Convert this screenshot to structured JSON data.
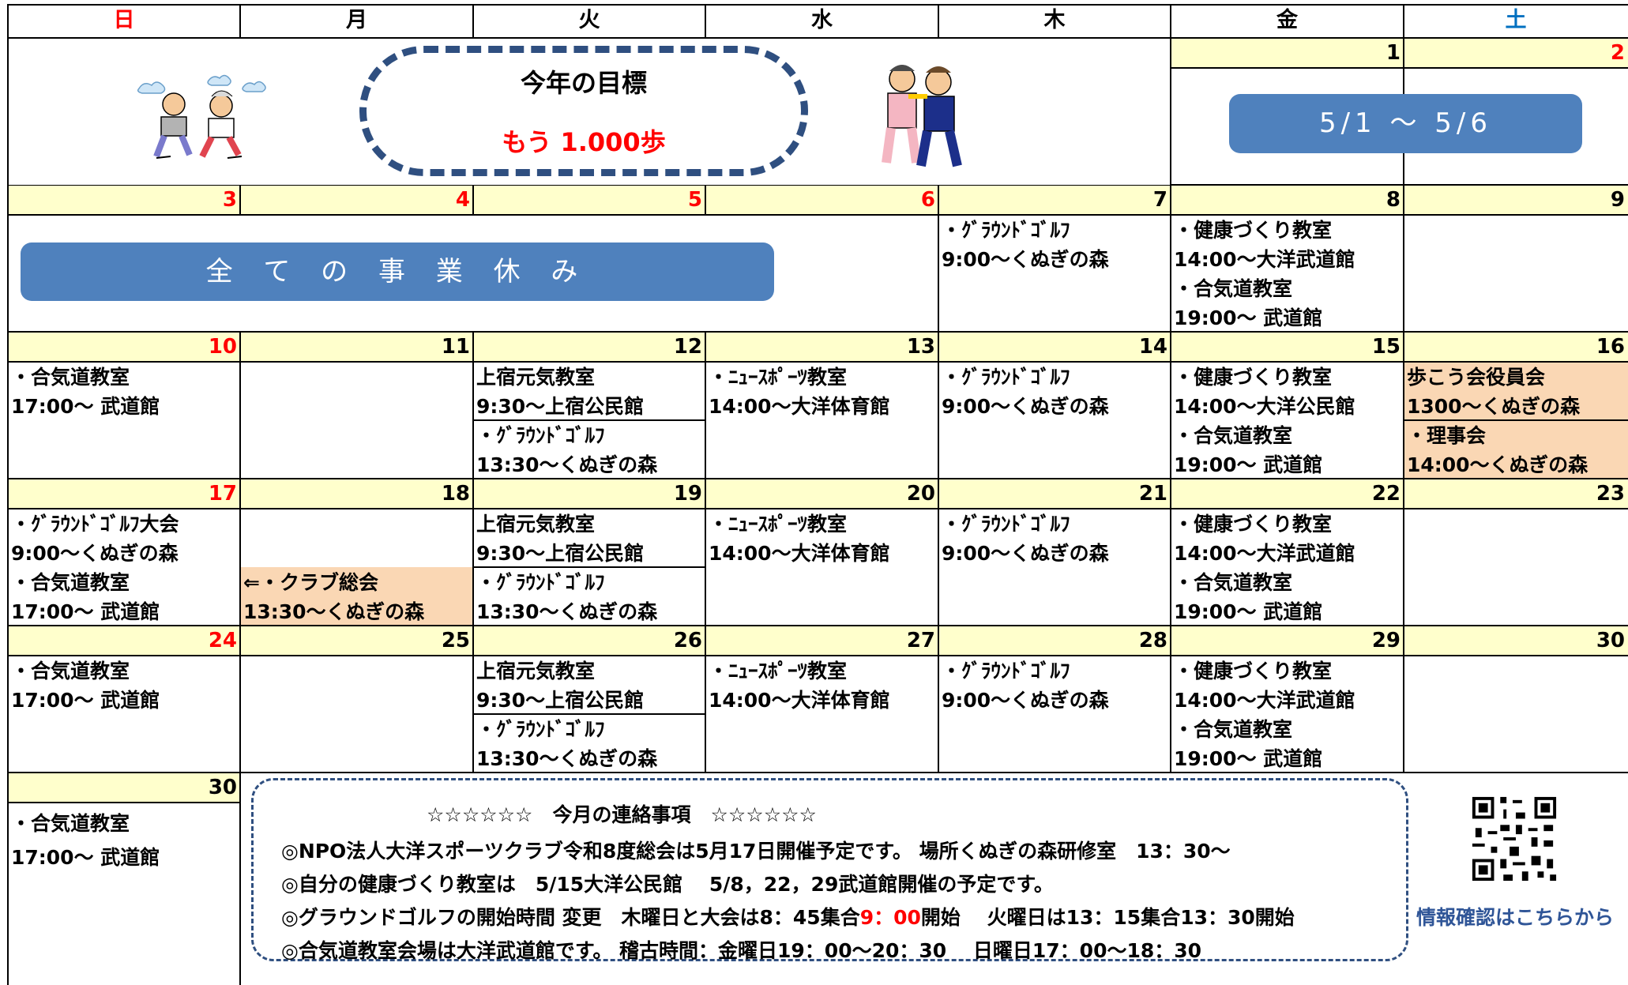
{
  "weekdays": [
    {
      "label": "日",
      "color": "#ff0000"
    },
    {
      "label": "月",
      "color": "#000000"
    },
    {
      "label": "火",
      "color": "#000000"
    },
    {
      "label": "水",
      "color": "#000000"
    },
    {
      "label": "木",
      "color": "#000000"
    },
    {
      "label": "金",
      "color": "#000000"
    },
    {
      "label": "土",
      "color": "#0070c0"
    }
  ],
  "goal": {
    "title": "今年の目標",
    "value": "もう 1.000歩"
  },
  "holiday_banner": "全 て の 事 業 休 み",
  "golden_week_banner": "5/1 ～ 5/6",
  "colors": {
    "sunday": "#ff0000",
    "saturday": "#0070c0",
    "date_row": "#ffffcc",
    "highlight": "#fad7b4",
    "banner": "#4f81bd",
    "notice_border": "#2f4f80"
  },
  "weeks": [
    {
      "dates": [
        {
          "num": "",
          "color": "#000000"
        },
        {
          "num": "",
          "color": "#000000"
        },
        {
          "num": "",
          "color": "#000000"
        },
        {
          "num": "",
          "color": "#000000"
        },
        {
          "num": "",
          "color": "#000000"
        },
        {
          "num": "1",
          "color": "#000000"
        },
        {
          "num": "2",
          "color": "#ff0000"
        }
      ],
      "cells": [
        {
          "blocks": []
        },
        {
          "blocks": []
        },
        {
          "blocks": []
        },
        {
          "blocks": []
        },
        {
          "blocks": []
        },
        {
          "blocks": []
        },
        {
          "blocks": []
        }
      ]
    },
    {
      "dates": [
        {
          "num": "3",
          "color": "#ff0000"
        },
        {
          "num": "4",
          "color": "#ff0000"
        },
        {
          "num": "5",
          "color": "#ff0000"
        },
        {
          "num": "6",
          "color": "#ff0000"
        },
        {
          "num": "7",
          "color": "#000000"
        },
        {
          "num": "8",
          "color": "#000000"
        },
        {
          "num": "9",
          "color": "#000000"
        }
      ],
      "cells": [
        {
          "blocks": []
        },
        {
          "blocks": []
        },
        {
          "blocks": []
        },
        {
          "blocks": []
        },
        {
          "blocks": [
            {
              "lines": [
                "・ｸﾞﾗｳﾝﾄﾞｺﾞﾙﾌ",
                "9:00～くぬぎの森"
              ]
            }
          ]
        },
        {
          "blocks": [
            {
              "lines": [
                "・健康づくり教室",
                "14:00～大洋武道館"
              ]
            },
            {
              "lines": [
                "・合気道教室",
                "19:00～ 武道館"
              ]
            }
          ]
        },
        {
          "blocks": []
        }
      ]
    },
    {
      "dates": [
        {
          "num": "10",
          "color": "#ff0000"
        },
        {
          "num": "11",
          "color": "#000000"
        },
        {
          "num": "12",
          "color": "#000000"
        },
        {
          "num": "13",
          "color": "#000000"
        },
        {
          "num": "14",
          "color": "#000000"
        },
        {
          "num": "15",
          "color": "#000000"
        },
        {
          "num": "16",
          "color": "#000000"
        }
      ],
      "cells": [
        {
          "blocks": [
            {
              "lines": [
                "・合気道教室",
                "17:00～ 武道館"
              ]
            }
          ]
        },
        {
          "blocks": []
        },
        {
          "blocks": [
            {
              "lines": [
                "上宿元気教室",
                "9:30～上宿公民館"
              ]
            },
            {
              "lines": [
                "・ｸﾞﾗｳﾝﾄﾞｺﾞﾙﾌ",
                "13:30～くぬぎの森"
              ]
            }
          ],
          "divider": true
        },
        {
          "blocks": [
            {
              "lines": [
                "・ﾆｭｰｽﾎﾟｰﾂ教室",
                "14:00～大洋体育館"
              ]
            }
          ]
        },
        {
          "blocks": [
            {
              "lines": [
                "・ｸﾞﾗｳﾝﾄﾞｺﾞﾙﾌ",
                "9:00～くぬぎの森"
              ]
            }
          ]
        },
        {
          "blocks": [
            {
              "lines": [
                "・健康づくり教室",
                "14:00～大洋公民館"
              ]
            },
            {
              "lines": [
                "・合気道教室",
                "19:00～ 武道館"
              ]
            }
          ]
        },
        {
          "blocks": [
            {
              "lines": [
                "歩こう会役員会",
                "1300～くぬぎの森"
              ]
            },
            {
              "lines": [
                "・理事会",
                "14:00～くぬぎの森"
              ]
            }
          ],
          "highlight": "all",
          "divider": true
        }
      ]
    },
    {
      "dates": [
        {
          "num": "17",
          "color": "#ff0000"
        },
        {
          "num": "18",
          "color": "#000000"
        },
        {
          "num": "19",
          "color": "#000000"
        },
        {
          "num": "20",
          "color": "#000000"
        },
        {
          "num": "21",
          "color": "#000000"
        },
        {
          "num": "22",
          "color": "#000000"
        },
        {
          "num": "23",
          "color": "#000000"
        }
      ],
      "cells": [
        {
          "blocks": [
            {
              "lines": [
                "・ｸﾞﾗｳﾝﾄﾞｺﾞﾙﾌ大会",
                "9:00～くぬぎの森"
              ]
            },
            {
              "lines": [
                "・合気道教室",
                "17:00～ 武道館"
              ]
            }
          ]
        },
        {
          "blocks": [
            {
              "lines": []
            },
            {
              "lines": [
                "⇐・クラブ総会",
                "13:30～くぬぎの森"
              ]
            }
          ],
          "highlight": "bottom"
        },
        {
          "blocks": [
            {
              "lines": [
                "上宿元気教室",
                "9:30～上宿公民館"
              ]
            },
            {
              "lines": [
                "・ｸﾞﾗｳﾝﾄﾞｺﾞﾙﾌ",
                "13:30～くぬぎの森"
              ]
            }
          ],
          "divider": true
        },
        {
          "blocks": [
            {
              "lines": [
                "・ﾆｭｰｽﾎﾟｰﾂ教室",
                "14:00～大洋体育館"
              ]
            }
          ]
        },
        {
          "blocks": [
            {
              "lines": [
                "・ｸﾞﾗｳﾝﾄﾞｺﾞﾙﾌ",
                "9:00～くぬぎの森"
              ]
            }
          ]
        },
        {
          "blocks": [
            {
              "lines": [
                "・健康づくり教室",
                "14:00～大洋武道館"
              ]
            },
            {
              "lines": [
                "・合気道教室",
                "19:00～ 武道館"
              ]
            }
          ]
        },
        {
          "blocks": []
        }
      ]
    },
    {
      "dates": [
        {
          "num": "24",
          "color": "#ff0000"
        },
        {
          "num": "25",
          "color": "#000000"
        },
        {
          "num": "26",
          "color": "#000000"
        },
        {
          "num": "27",
          "color": "#000000"
        },
        {
          "num": "28",
          "color": "#000000"
        },
        {
          "num": "29",
          "color": "#000000"
        },
        {
          "num": "30",
          "color": "#000000"
        }
      ],
      "cells": [
        {
          "blocks": [
            {
              "lines": [
                "・合気道教室",
                "17:00～ 武道館"
              ]
            }
          ]
        },
        {
          "blocks": []
        },
        {
          "blocks": [
            {
              "lines": [
                "上宿元気教室",
                "9:30～上宿公民館"
              ]
            },
            {
              "lines": [
                "・ｸﾞﾗｳﾝﾄﾞｺﾞﾙﾌ",
                "13:30～くぬぎの森"
              ]
            }
          ],
          "divider": true
        },
        {
          "blocks": [
            {
              "lines": [
                "・ﾆｭｰｽﾎﾟｰﾂ教室",
                "14:00～大洋体育館"
              ]
            }
          ]
        },
        {
          "blocks": [
            {
              "lines": [
                "・ｸﾞﾗｳﾝﾄﾞｺﾞﾙﾌ",
                "9:00～くぬぎの森"
              ]
            }
          ]
        },
        {
          "blocks": [
            {
              "lines": [
                "・健康づくり教室",
                "14:00～大洋武道館"
              ]
            },
            {
              "lines": [
                "・合気道教室",
                "19:00～ 武道館"
              ]
            }
          ]
        },
        {
          "blocks": []
        }
      ]
    }
  ],
  "last_week": {
    "date": "30",
    "date_color": "#000000",
    "lines": [
      "・合気道教室",
      "17:00～ 武道館"
    ]
  },
  "notice": {
    "title": "☆☆☆☆☆☆　今月の連絡事項　☆☆☆☆☆☆",
    "lines": [
      "◎NPO法人大洋スポーツクラブ令和8度総会は5月17日開催予定です。 場所くぬぎの森研修室　13：30～",
      "◎自分の健康づくり教室は　5/15大洋公民館　 5/8，22，29武道館開催の予定です。",
      "◎グラウンドゴルフの開始時間 変更　木曜日と大会は8：45集合",
      "9：00",
      "開始　 火曜日は13：15集合13：30開始",
      "◎合気道教室会場は大洋武道館です。 稽古時間：金曜日19：00～20：30　 日曜日17：00～18：30"
    ]
  },
  "qr_caption": "情報確認はこちらから"
}
